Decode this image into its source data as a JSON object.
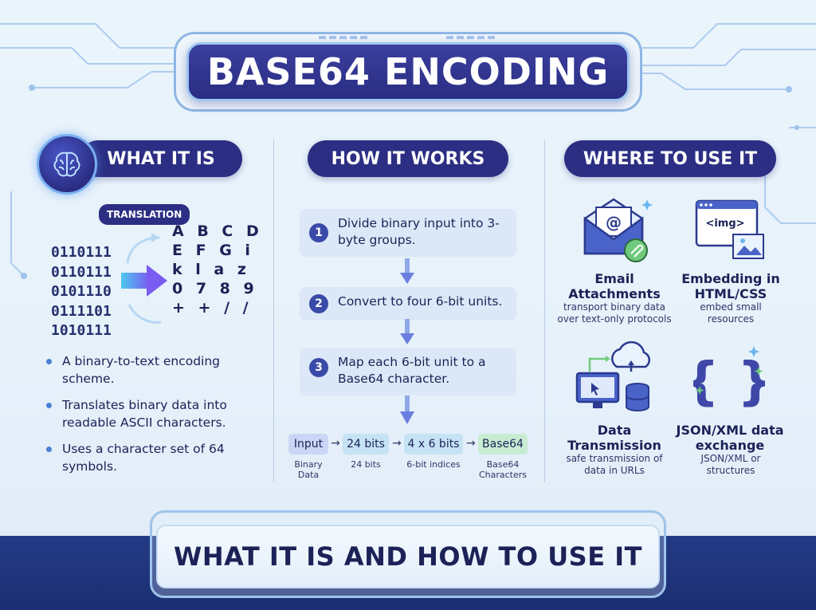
{
  "title": "BASE64 ENCODING",
  "sections": {
    "what": "WHAT IT IS",
    "how": "HOW IT WORKS",
    "where": "WHERE TO USE IT"
  },
  "translation": {
    "label": "TRANSLATION",
    "binary_lines": [
      "0110111",
      "0110111",
      "0101110",
      "0111101",
      "1010111"
    ],
    "char_lines": [
      "A B C D",
      "E F G i",
      "k l a z",
      "0 7 8 9",
      "+ + / /"
    ]
  },
  "what_bullets": [
    "A binary-to-text encoding scheme.",
    "Translates binary data into readable ASCII characters.",
    "Uses a character set of 64 symbols."
  ],
  "steps": [
    {
      "num": "1",
      "text": "Divide binary input into 3-byte groups."
    },
    {
      "num": "2",
      "text": "Convert to four 6-bit units."
    },
    {
      "num": "3",
      "text": "Map each 6-bit unit to a Base64 character."
    }
  ],
  "flow": [
    {
      "chip": "Input",
      "sub": "Binary Data"
    },
    {
      "chip": "24 bits",
      "sub": "24 bits"
    },
    {
      "chip": "4 x 6 bits",
      "sub": "6-bit indices"
    },
    {
      "chip": "Base64",
      "sub": "Base64 Characters"
    }
  ],
  "uses": [
    {
      "icon": "email-attachment-icon",
      "title": "Email Attachments",
      "desc": "transport binary data over text-only protocols"
    },
    {
      "icon": "html-image-icon",
      "title": "Embedding in HTML/CSS",
      "icon_text": "<img>",
      "desc": "embed small resources"
    },
    {
      "icon": "cloud-transfer-icon",
      "title": "Data Transmission",
      "desc": "safe transmission of data in URLs"
    },
    {
      "icon": "curly-braces-icon",
      "title": "JSON/XML data exchange",
      "desc": "JSON/XML or structures"
    }
  ],
  "footer": "WHAT IT IS AND HOW TO USE IT",
  "colors": {
    "navy": "#2b2e82",
    "accent_blue": "#4a7fd4",
    "step_bg": "#dce8f7",
    "flow_input": "#c9d6f5",
    "flow_bits": "#c6e2f5",
    "flow_base64": "#c8ecd2"
  }
}
